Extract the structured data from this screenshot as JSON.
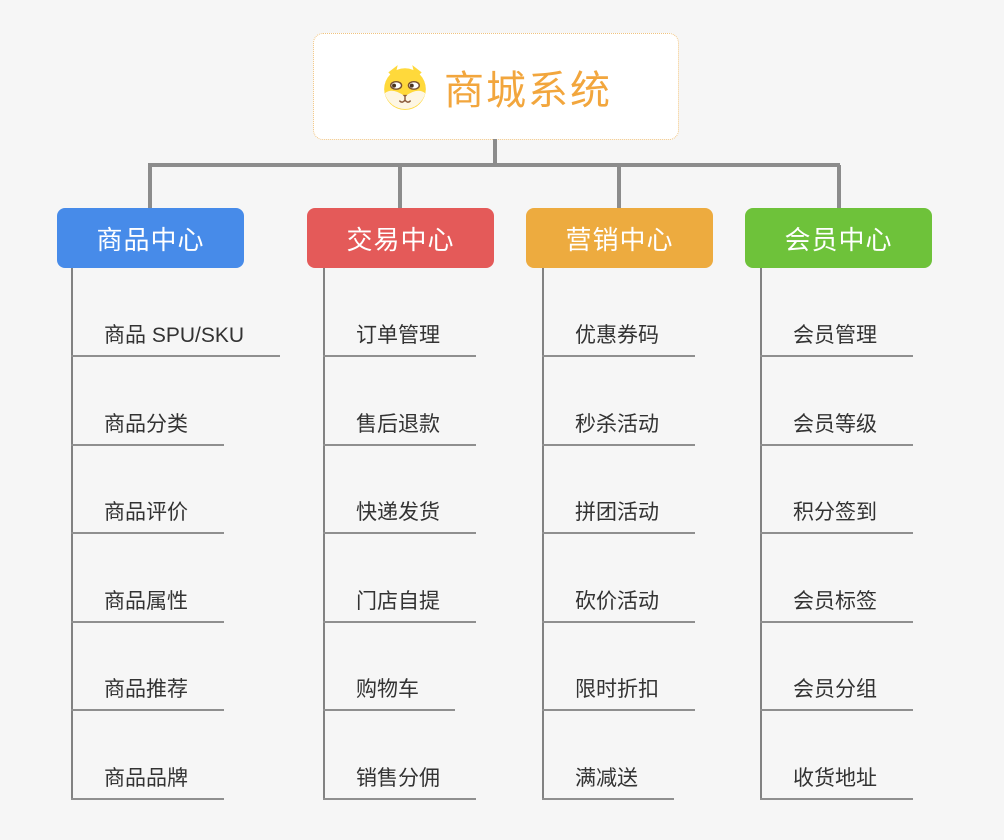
{
  "page": {
    "background": "#f6f6f6"
  },
  "root": {
    "title": "商城系统",
    "icon": "shiba-dog-icon",
    "title_color": "#f2a63d",
    "border_color": "#f0c37f"
  },
  "connectors": {
    "color": "#8c8c8c"
  },
  "branches": [
    {
      "label": "商品中心",
      "color": "#478be9",
      "items": [
        "商品 SPU/SKU",
        "商品分类",
        "商品评价",
        "商品属性",
        "商品推荐",
        "商品品牌"
      ]
    },
    {
      "label": "交易中心",
      "color": "#e45a59",
      "items": [
        "订单管理",
        "售后退款",
        "快递发货",
        "门店自提",
        "购物车",
        "销售分佣"
      ]
    },
    {
      "label": "营销中心",
      "color": "#edab3f",
      "items": [
        "优惠券码",
        "秒杀活动",
        "拼团活动",
        "砍价活动",
        "限时折扣",
        "满减送"
      ]
    },
    {
      "label": "会员中心",
      "color": "#6ec23a",
      "items": [
        "会员管理",
        "会员等级",
        "积分签到",
        "会员标签",
        "会员分组",
        "收货地址"
      ]
    }
  ]
}
